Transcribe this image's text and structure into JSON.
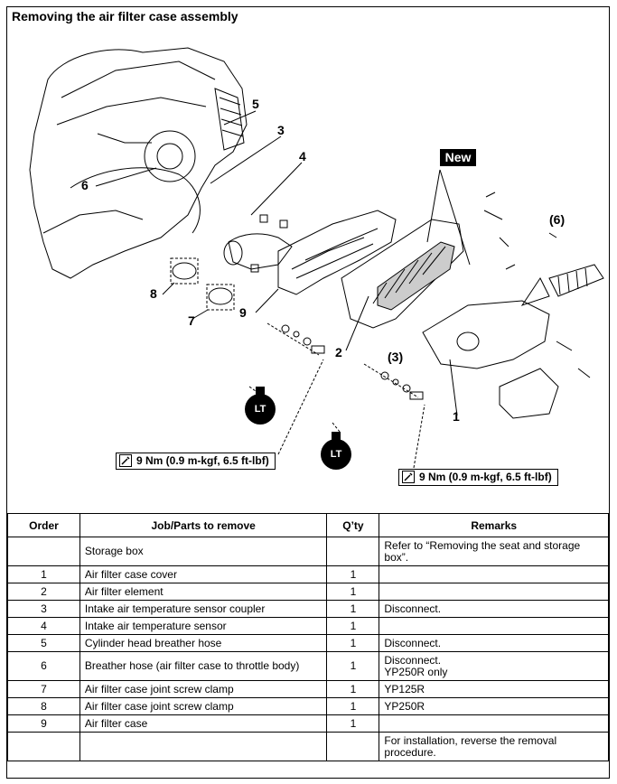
{
  "title": "Removing the air filter case assembly",
  "figure": {
    "new_label": "New",
    "callouts": [
      "5",
      "3",
      "4",
      "6",
      "(6)",
      "8",
      "7",
      "9",
      "2",
      "(3)",
      "1"
    ],
    "lt_label": "LT",
    "torque_left": "9 Nm (0.9 m-kgf, 6.5 ft-lbf)",
    "torque_right": "9 Nm (0.9 m-kgf, 6.5 ft-lbf)"
  },
  "table": {
    "headers": [
      "Order",
      "Job/Parts to remove",
      "Q’ty",
      "Remarks"
    ],
    "rows": [
      {
        "order": "",
        "part": "Storage box",
        "qty": "",
        "remarks": "Refer to “Removing the seat and storage box”."
      },
      {
        "order": "1",
        "part": "Air filter case cover",
        "qty": "1",
        "remarks": ""
      },
      {
        "order": "2",
        "part": "Air filter element",
        "qty": "1",
        "remarks": ""
      },
      {
        "order": "3",
        "part": "Intake air temperature sensor coupler",
        "qty": "1",
        "remarks": "Disconnect."
      },
      {
        "order": "4",
        "part": "Intake air temperature sensor",
        "qty": "1",
        "remarks": ""
      },
      {
        "order": "5",
        "part": "Cylinder head breather hose",
        "qty": "1",
        "remarks": "Disconnect."
      },
      {
        "order": "6",
        "part": "Breather hose (air filter case to throttle body)",
        "qty": "1",
        "remarks": "Disconnect.\nYP250R only"
      },
      {
        "order": "7",
        "part": "Air filter case joint screw clamp",
        "qty": "1",
        "remarks": "YP125R"
      },
      {
        "order": "8",
        "part": "Air filter case joint screw clamp",
        "qty": "1",
        "remarks": "YP250R"
      },
      {
        "order": "9",
        "part": "Air filter case",
        "qty": "1",
        "remarks": ""
      },
      {
        "order": "",
        "part": "",
        "qty": "",
        "remarks": "For installation, reverse the removal procedure."
      }
    ]
  }
}
